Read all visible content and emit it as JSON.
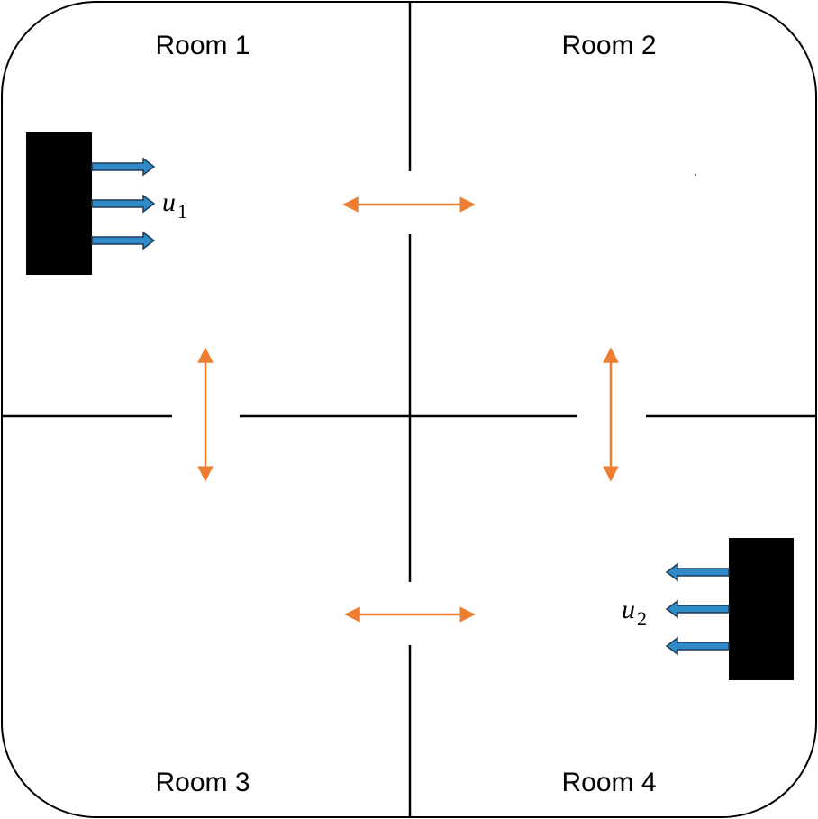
{
  "rooms": [
    {
      "id": 1,
      "label": "Room 1"
    },
    {
      "id": 2,
      "label": "Room 2"
    },
    {
      "id": 3,
      "label": "Room 3"
    },
    {
      "id": 4,
      "label": "Room 4"
    }
  ],
  "inputs": [
    {
      "id": 1,
      "symbol": "u",
      "subscript": "1",
      "room": 1,
      "direction": "right"
    },
    {
      "id": 2,
      "symbol": "u",
      "subscript": "2",
      "room": 4,
      "direction": "left"
    }
  ],
  "doorways": [
    {
      "between": [
        "Room 1",
        "Room 2"
      ],
      "orientation": "horizontal"
    },
    {
      "between": [
        "Room 1",
        "Room 3"
      ],
      "orientation": "vertical"
    },
    {
      "between": [
        "Room 2",
        "Room 4"
      ],
      "orientation": "vertical"
    },
    {
      "between": [
        "Room 3",
        "Room 4"
      ],
      "orientation": "horizontal"
    }
  ],
  "colors": {
    "wall": "#000000",
    "transition_arrow": "#ED7D31",
    "input_arrow_fill": "#2E8BC8",
    "input_arrow_outline": "#1F3B57",
    "actuator": "#000000"
  }
}
